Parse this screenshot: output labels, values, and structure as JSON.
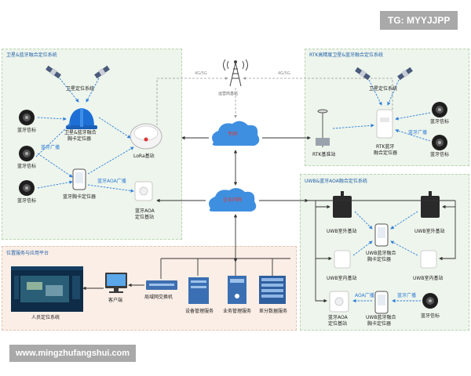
{
  "watermarks": {
    "top_right": "TG: MYYJJPP",
    "bottom_left": "www.mingzhufangshui.com"
  },
  "panels": {
    "sat_bt": {
      "title": "卫星&蓝牙融合定位系统"
    },
    "rtk": {
      "title": "RTK高精度卫星&蓝牙融合定位系统"
    },
    "uwb": {
      "title": "UWB&蓝牙AOA融合定位系统"
    },
    "platform": {
      "title": "位置服务与应用平台"
    }
  },
  "top": {
    "tower": "运营商基站",
    "link_left": "4G/5G",
    "link_right": "4G/5G",
    "cloud": "专网",
    "intranet": "企业内网"
  },
  "sat_bt": {
    "sat_system": "卫星定位系统",
    "fusion_card": [
      "卫星&蓝牙融合",
      "胸卡定位器"
    ],
    "beacon_top": "蓝牙信标",
    "beacon_mid": "蓝牙信标",
    "beacon_bottom": "蓝牙信标",
    "bt_broadcast": "蓝牙广播",
    "bt_card": "蓝牙胸卡定位器",
    "lora_station": "LoRa基站",
    "aoa_broadcast": "蓝牙AOA广播",
    "aoa_station": [
      "蓝牙AOA",
      "定位基站"
    ]
  },
  "rtk": {
    "sat_system": "卫星定位系统",
    "station": "RTK基准站",
    "locator": [
      "RTK蓝牙",
      "融合定位器"
    ],
    "bt_broadcast": "蓝牙广播",
    "beacon_1": "蓝牙信标",
    "beacon_2": "蓝牙信标"
  },
  "uwb": {
    "outdoor_left": "UWB室外基站",
    "outdoor_right": "UWB室外基站",
    "fusion_card": [
      "UWB蓝牙融合",
      "胸卡定位器"
    ],
    "indoor_left": "UWB室内基站",
    "indoor_right": "UWB室内基站",
    "aoa_station": [
      "蓝牙AOA",
      "定位基站"
    ],
    "aoa_broadcast": "AOA广播",
    "fusion_card2": [
      "UWB蓝牙融合",
      "胸卡定位器"
    ],
    "bt_broadcast": "蓝牙广播",
    "beacon": "蓝牙信标"
  },
  "platform": {
    "personnel_system": "人员定位系统",
    "client": "客户端",
    "switch": "局域网交换机",
    "device_service": "设备管理服务",
    "business_service": "业务管理服务",
    "diff_service": "差分数据服务"
  },
  "colors": {
    "panel_green": "#eef5ec",
    "panel_pink": "#fbeee6",
    "arrow_blue": "#2f7fd9",
    "cloud_blue": "#3f8fe0",
    "helmet_blue": "#1d6fd6",
    "label_red": "#e03a2f"
  }
}
